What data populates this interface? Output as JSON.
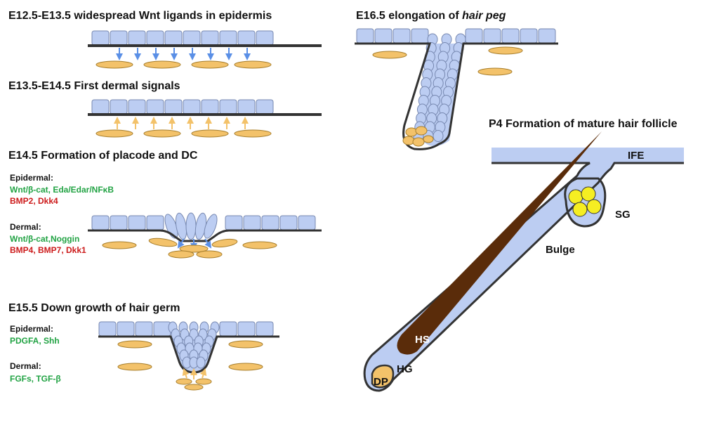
{
  "colors": {
    "epidermis": "#bccdf2",
    "cell_stroke": "#7788b0",
    "dermal": "#f3c26a",
    "dermal_stroke": "#a77e2c",
    "blue_arrow": "#5a8fe6",
    "orange_arrow": "#f3c26a",
    "hair_shaft": "#5a2c0a",
    "sebaceous": "#f5ee22",
    "positive_text": "#22a344",
    "negative_text": "#cc1a1a"
  },
  "stage1": {
    "title": "E12.5-E13.5 widespread Wnt ligands in epidermis"
  },
  "stage2": {
    "title": "E13.5-E14.5 First dermal signals"
  },
  "stage3": {
    "title": "E14.5 Formation of placode and DC",
    "epidermal_header": "Epidermal:",
    "epidermal_positive": "Wnt/β-cat, Eda/Edar/NFκB",
    "epidermal_negative": "BMP2, Dkk4",
    "dermal_header": "Dermal:",
    "dermal_positive": "Wnt/β-cat,Noggin",
    "dermal_negative": "BMP4, BMP7, Dkk1"
  },
  "stage4": {
    "title": "E15.5 Down growth of hair germ",
    "epidermal_header": "Epidermal:",
    "epidermal_positive": "PDGFA, Shh",
    "dermal_header": "Dermal:",
    "dermal_positive": "FGFs, TGF-β"
  },
  "stage5": {
    "title_plain": "E16.5 elongation of ",
    "title_italic": "hair peg"
  },
  "stage6": {
    "title": "P4 Formation of mature hair follicle",
    "labels": {
      "ife": "IFE",
      "sg": "SG",
      "bulge": "Bulge",
      "hs": "HS",
      "hg": "HG",
      "dp": "DP"
    }
  }
}
